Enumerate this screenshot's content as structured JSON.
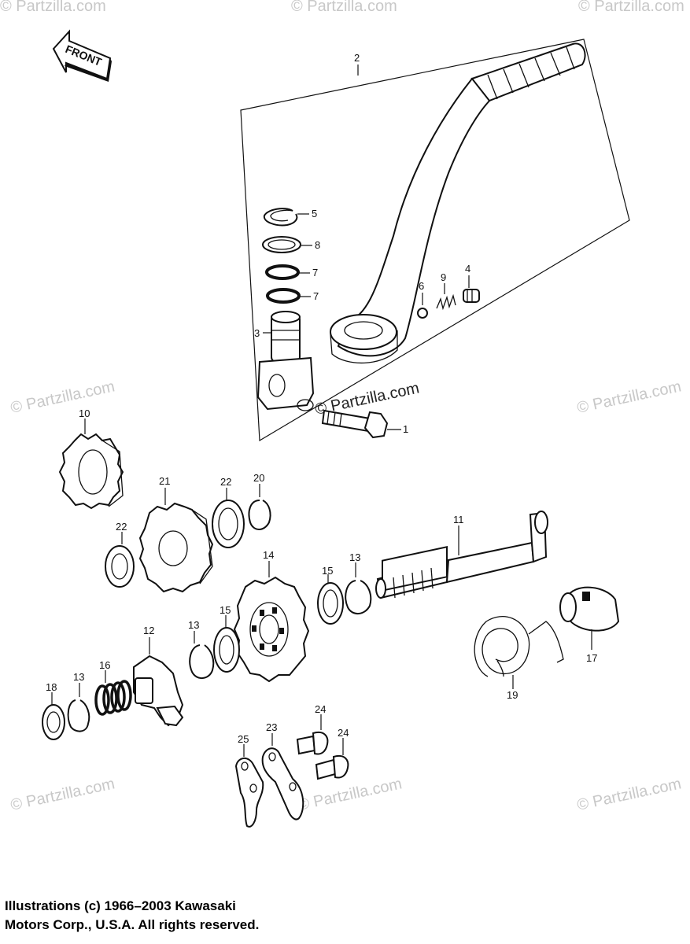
{
  "front_label": "FRONT",
  "callouts": {
    "c1": "1",
    "c2": "2",
    "c3": "3",
    "c4": "4",
    "c5": "5",
    "c6": "6",
    "c7a": "7",
    "c7b": "7",
    "c8": "8",
    "c9": "9",
    "c10": "10",
    "c11": "11",
    "c12": "12",
    "c13a": "13",
    "c13b": "13",
    "c13c": "13",
    "c14": "14",
    "c15a": "15",
    "c15b": "15",
    "c16": "16",
    "c17": "17",
    "c18": "18",
    "c19": "19",
    "c20": "20",
    "c21": "21",
    "c22a": "22",
    "c22b": "22",
    "c23": "23",
    "c24a": "24",
    "c24b": "24",
    "c25": "25"
  },
  "watermark": "© Partzilla.com",
  "copyright_line1": "Illustrations (c) 1966–2003 Kawasaki",
  "copyright_line2": "Motors Corp., U.S.A.  All rights reserved."
}
